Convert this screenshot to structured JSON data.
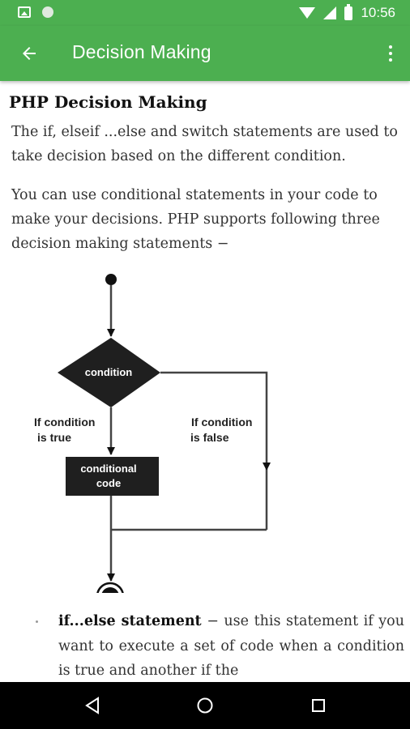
{
  "status_bar": {
    "time": "10:56",
    "icons": [
      "image-icon",
      "circle-icon",
      "wifi-icon",
      "signal-icon",
      "battery-icon"
    ]
  },
  "app_bar": {
    "title": "Decision Making",
    "back_icon": "arrow-left-icon",
    "menu_icon": "more-vert-icon",
    "color": "#4caf50"
  },
  "content": {
    "heading": "PHP Decision Making",
    "paragraph1": "The if, elseif ...else and switch statements are used to take decision based on the different condition.",
    "paragraph2": "You can use conditional statements in your code to make your decisions. PHP supports following three decision making statements −",
    "diagram": {
      "condition_label": "condition",
      "true_label_line1": "If condition",
      "true_label_line2": "is true",
      "false_label_line1": "If condition",
      "false_label_line2": "is false",
      "code_label_line1": "conditional",
      "code_label_line2": "code"
    },
    "bullet": {
      "bold": "if...else statement",
      "text": " − use this statement if you want to execute a set of code when a condition is true and another if the"
    }
  },
  "nav_bar": {
    "icons": [
      "back-triangle-icon",
      "home-circle-icon",
      "recents-square-icon"
    ]
  }
}
